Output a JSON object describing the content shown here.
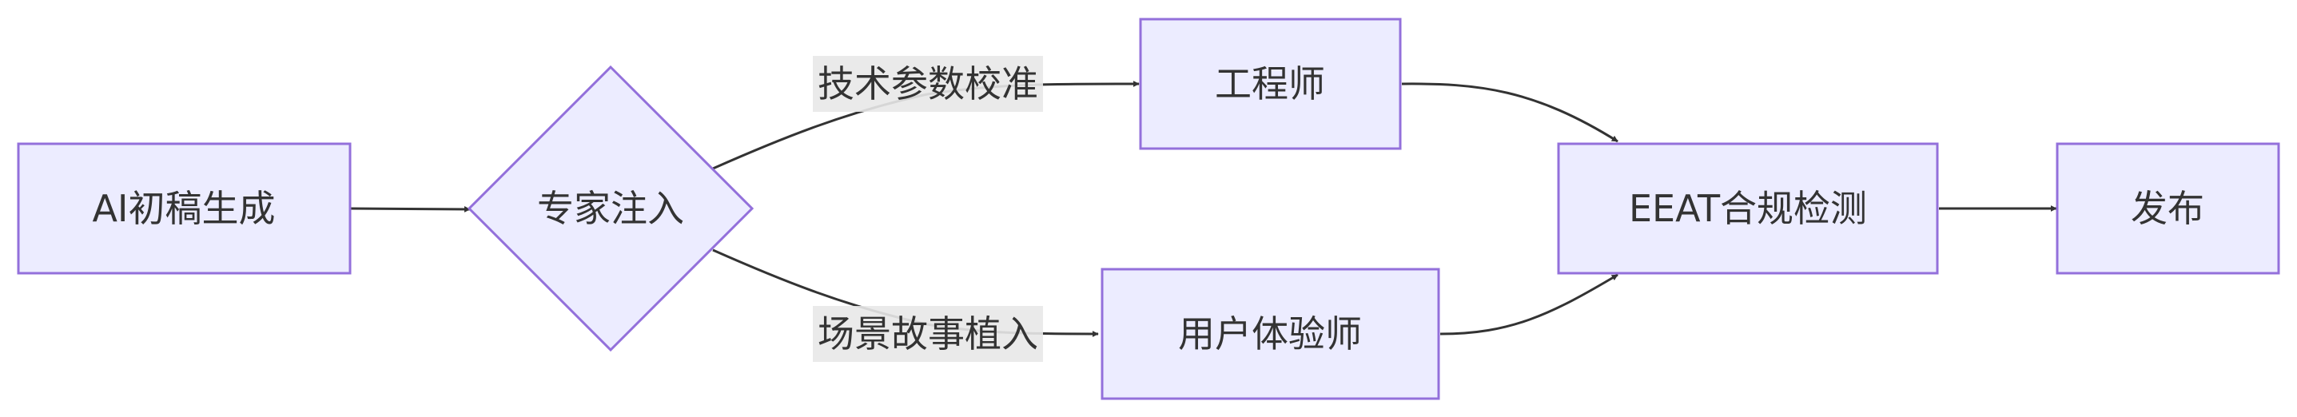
{
  "nodes": {
    "ai_draft": "AI初稿生成",
    "expert_inject": "专家注入",
    "engineer": "工程师",
    "ux_designer": "用户体验师",
    "eeat_check": "EEAT合规检测",
    "publish": "发布"
  },
  "edge_labels": {
    "tech_calibration": "技术参数校准",
    "scenario_story": "场景故事植入"
  },
  "colors": {
    "node_fill": "#ECECFF",
    "node_stroke": "#9370DB",
    "edge": "#333333",
    "label_bg": "#E8E8E8"
  }
}
